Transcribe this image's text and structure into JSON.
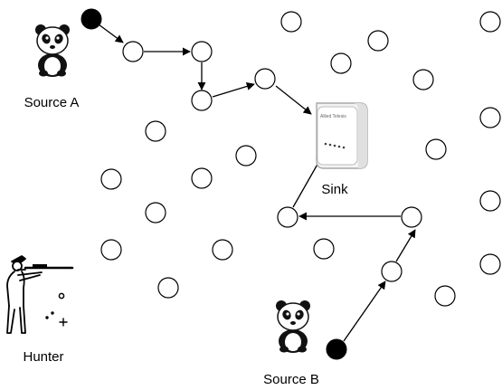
{
  "labels": {
    "source_a": "Source A",
    "source_b": "Source B",
    "sink": "Sink",
    "hunter": "Hunter"
  },
  "device_text": "Allied Telesis",
  "colors": {
    "stroke": "#000000",
    "node_fill": "#ffffff",
    "source_fill": "#000000"
  },
  "icons": {
    "source_a": "panda-icon",
    "source_b": "panda-icon",
    "sink": "router-icon",
    "hunter": "hunter-icon"
  }
}
